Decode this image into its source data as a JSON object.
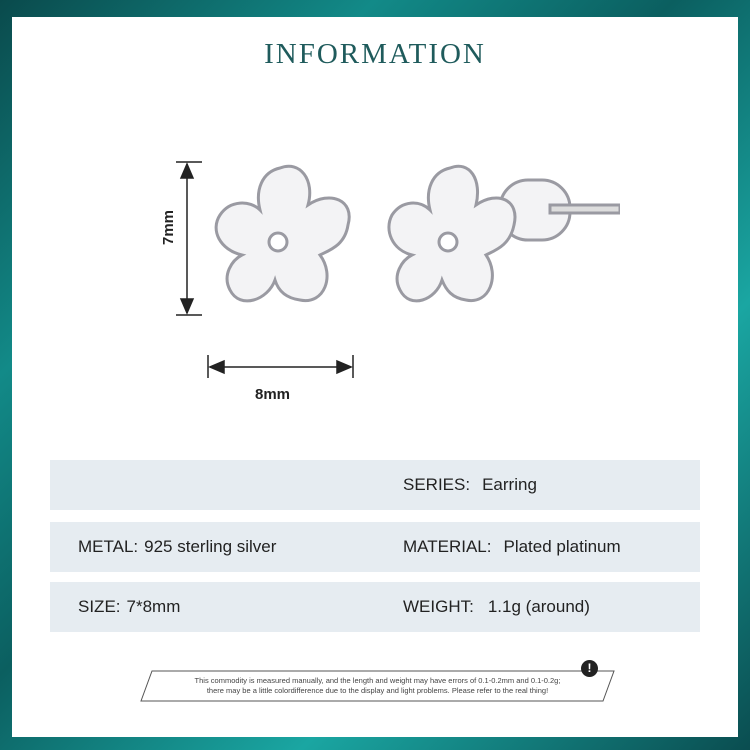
{
  "title": "INFORMATION",
  "dimensions": {
    "height": "7mm",
    "width": "8mm"
  },
  "specs": {
    "series": {
      "label": "SERIES:",
      "value": "Earring"
    },
    "metal": {
      "label": "METAL:",
      "value": "925 sterling silver"
    },
    "material": {
      "label": "MATERIAL:",
      "value": "Plated platinum"
    },
    "size": {
      "label": "SIZE:",
      "value": "7*8mm"
    },
    "weight": {
      "label": "WEIGHT:",
      "value": "1.1g (around)"
    }
  },
  "notice": {
    "line1": "This commodity is measured manually, and the length and weight may have errors of 0.1-0.2mm and 0.1-0.2g;",
    "line2": "there may be a little colordifference due to the display and light problems. Please refer to the real thing!"
  },
  "colors": {
    "accent": "#1f5b5c",
    "row": "#e6ecf1"
  }
}
